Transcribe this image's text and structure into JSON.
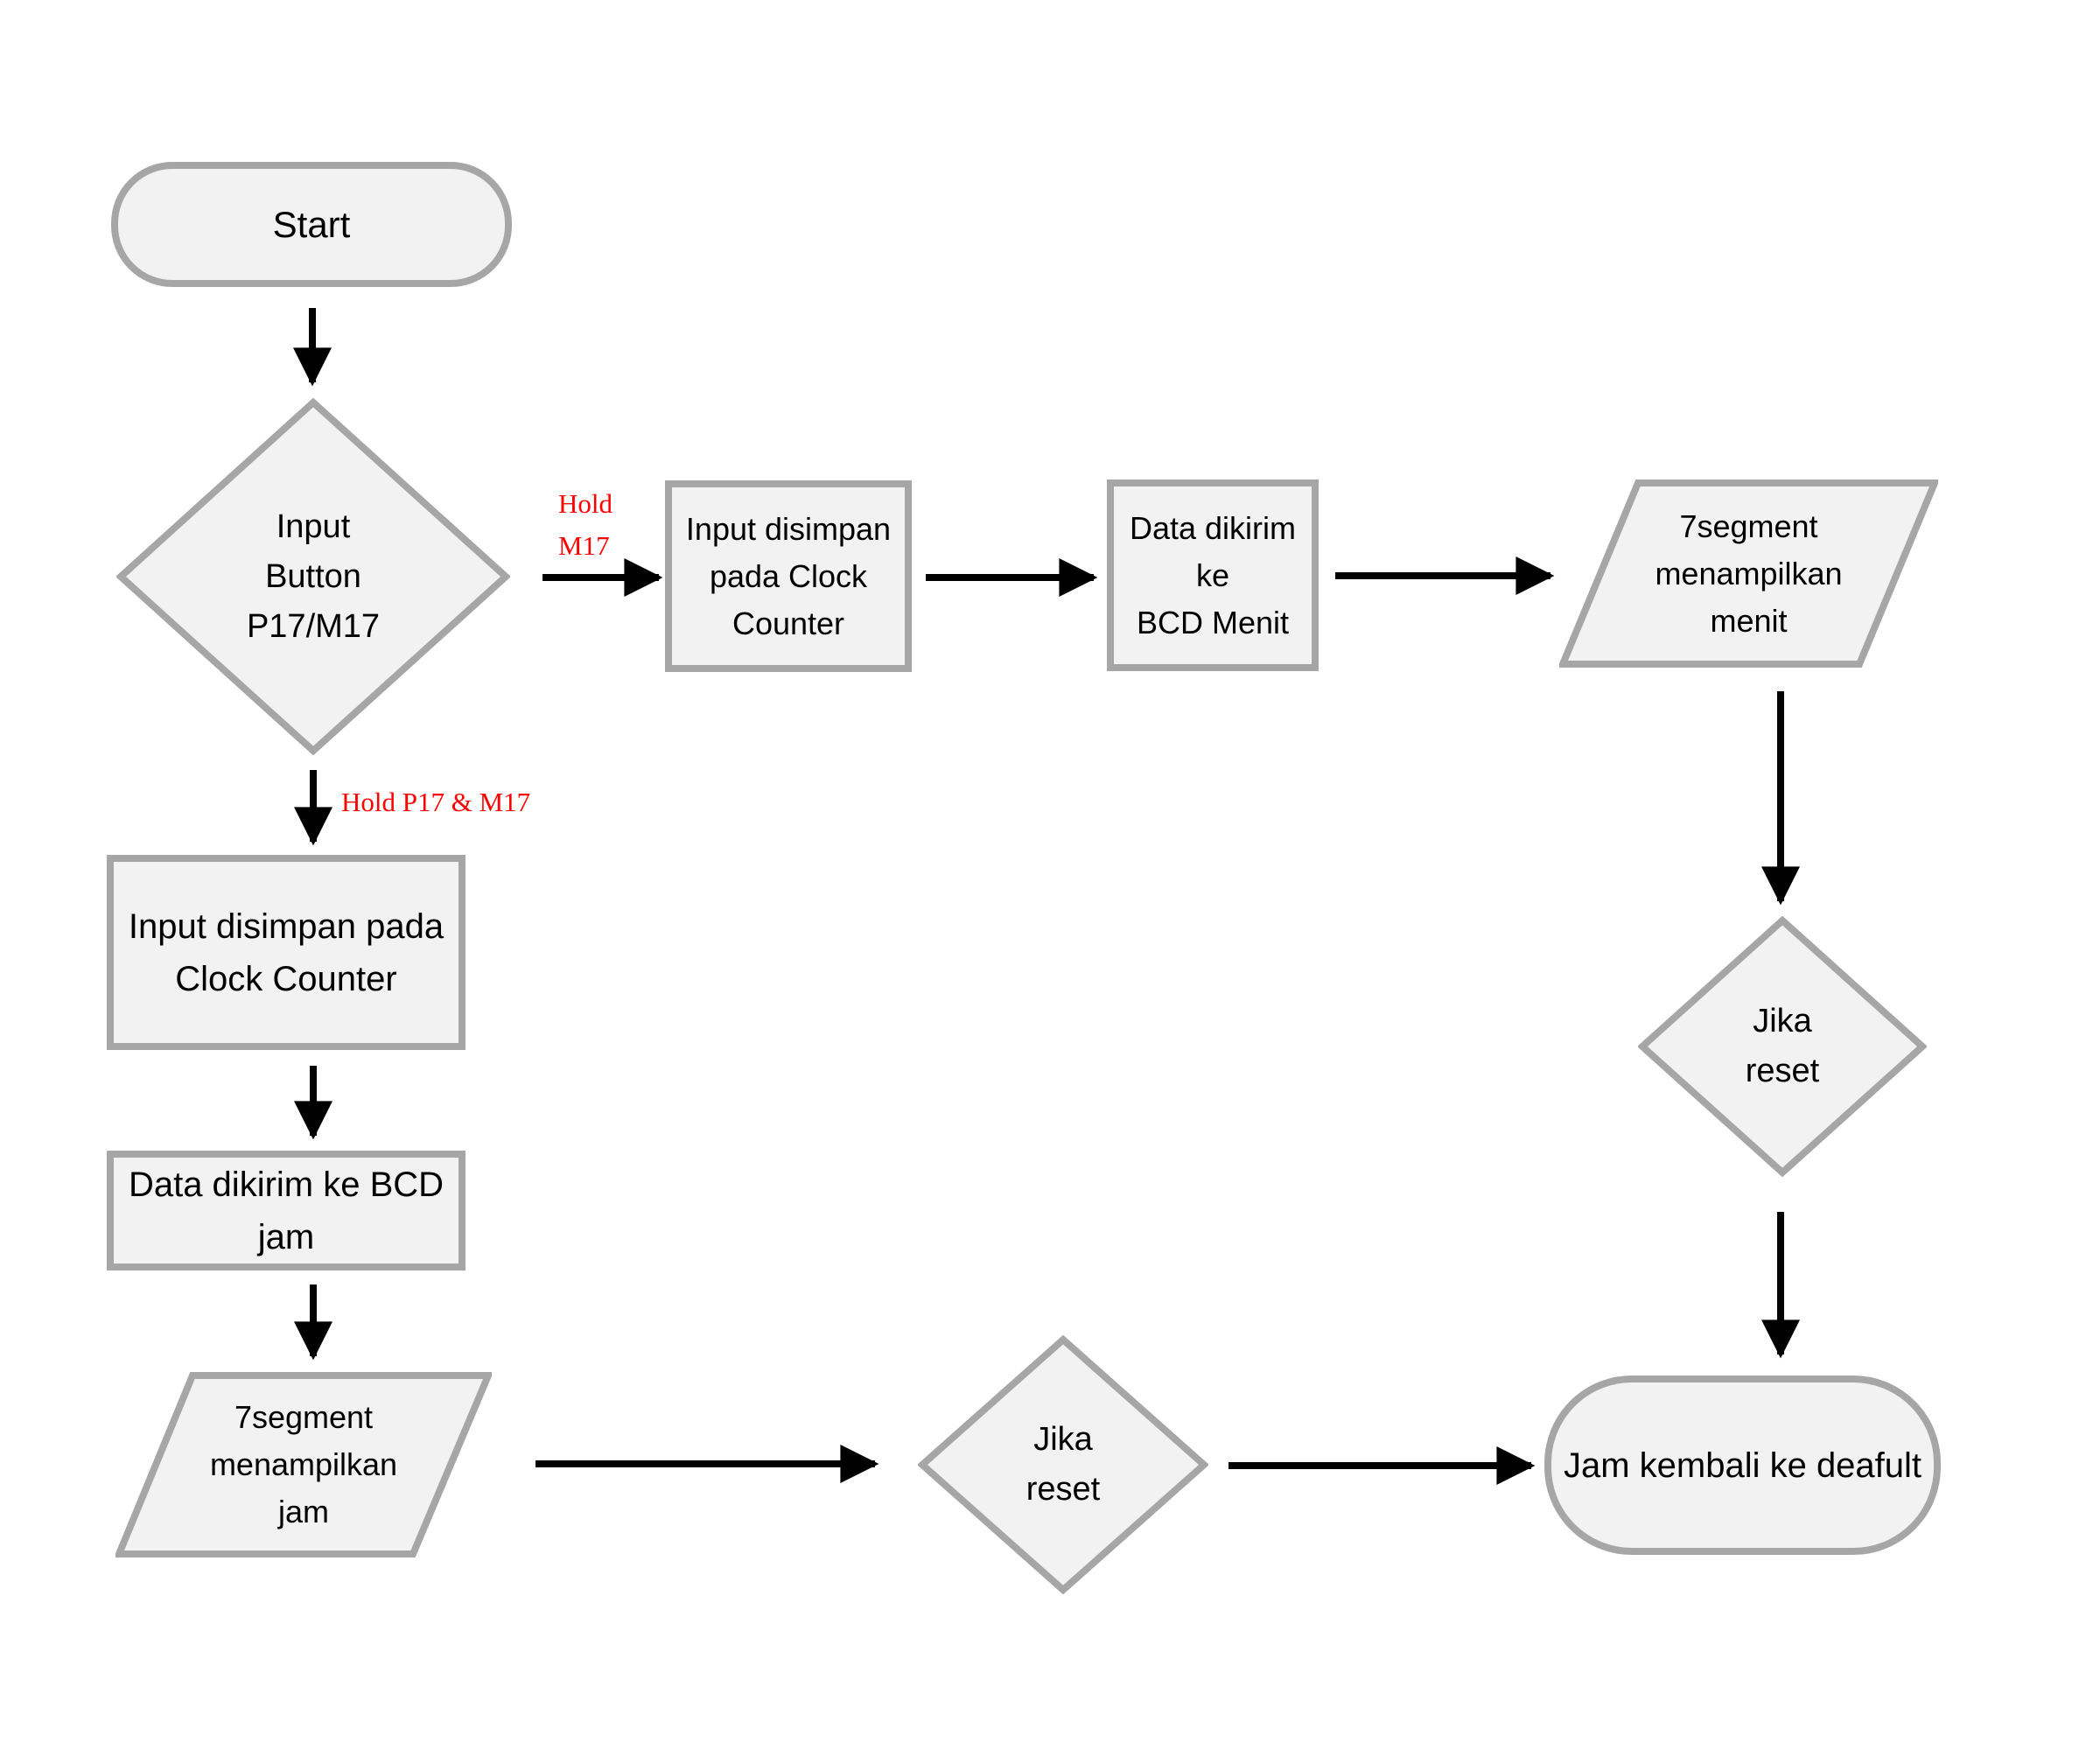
{
  "diagram": {
    "background": "#ffffff",
    "colors": {
      "shape_fill": "#f2f2f2",
      "shape_border": "#a6a6a6",
      "text": "#000000",
      "arrow": "#000000",
      "annotation": "#ff0000"
    },
    "nodes": {
      "start": {
        "type": "terminator",
        "label": "Start"
      },
      "input_button": {
        "type": "decision",
        "label": "Input\nButton\nP17/M17"
      },
      "clock_counter_menit": {
        "type": "process",
        "label": "Input disimpan\npada Clock\nCounter"
      },
      "bcd_menit": {
        "type": "process",
        "label": "Data dikirim ke\nBCD Menit"
      },
      "segment_menit": {
        "type": "input-output",
        "label": "7segment\nmenampilkan\nmenit"
      },
      "jika_reset_menit": {
        "type": "decision",
        "label": "Jika\nreset"
      },
      "jam_default": {
        "type": "terminator",
        "label": "Jam kembali ke deafult"
      },
      "clock_counter_jam": {
        "type": "process",
        "label": "Input disimpan pada\nClock Counter"
      },
      "bcd_jam": {
        "type": "process",
        "label": "Data dikirim ke BCD jam"
      },
      "segment_jam": {
        "type": "input-output",
        "label": "7segment\nmenampilkan\njam"
      },
      "jika_reset_jam": {
        "type": "decision",
        "label": "Jika\nreset"
      }
    },
    "edge_labels": {
      "hold_m17": "Hold\nM17",
      "hold_p17_m17": "Hold P17 & M17"
    }
  }
}
